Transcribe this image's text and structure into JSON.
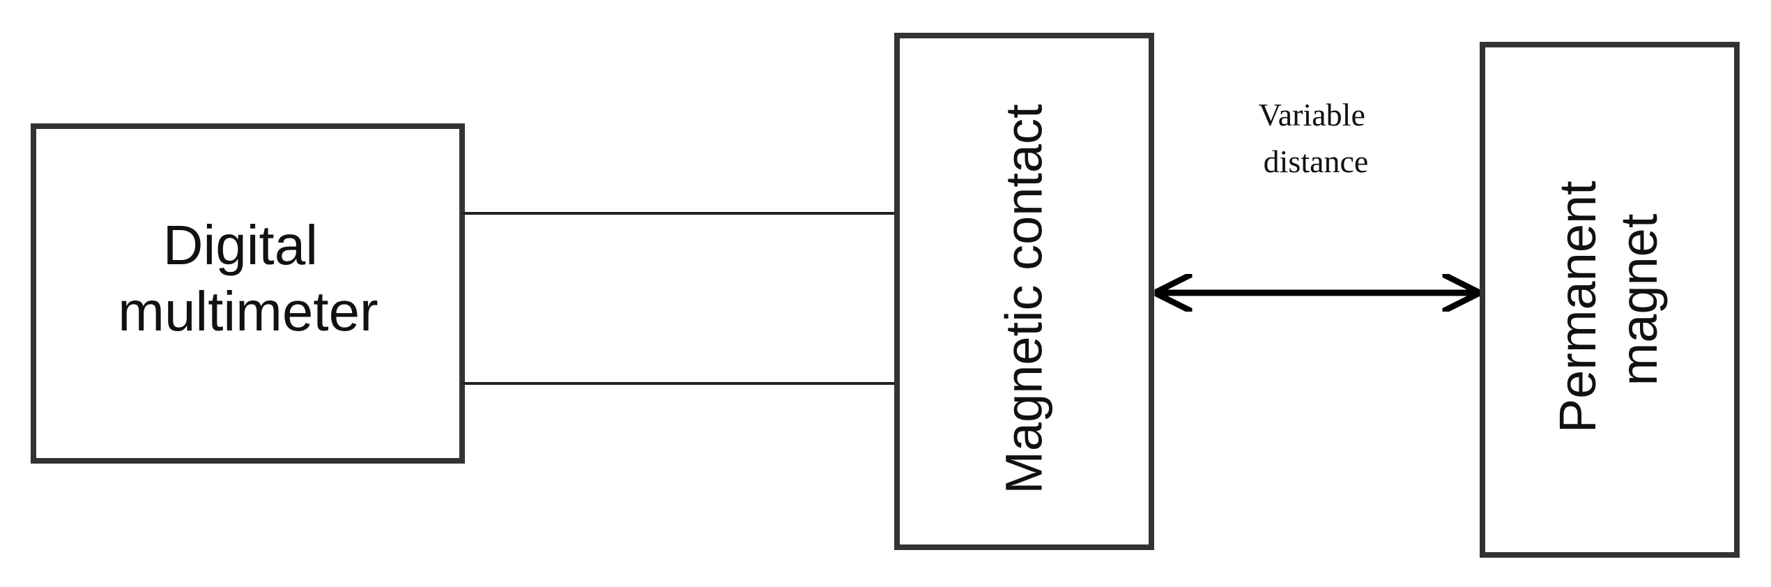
{
  "diagram": {
    "multimeter": {
      "line1": "Digital",
      "line2": "multimeter"
    },
    "contact": {
      "label": "Magnetic contact"
    },
    "magnet": {
      "line1": "Permanent",
      "line2": "magnet"
    },
    "distance": {
      "line1": "Variable",
      "line2": "distance"
    },
    "colors": {
      "box_stroke": "#333333",
      "wire": "#222222",
      "arrow": "#000000",
      "text": "#111111",
      "background": "#ffffff"
    }
  }
}
